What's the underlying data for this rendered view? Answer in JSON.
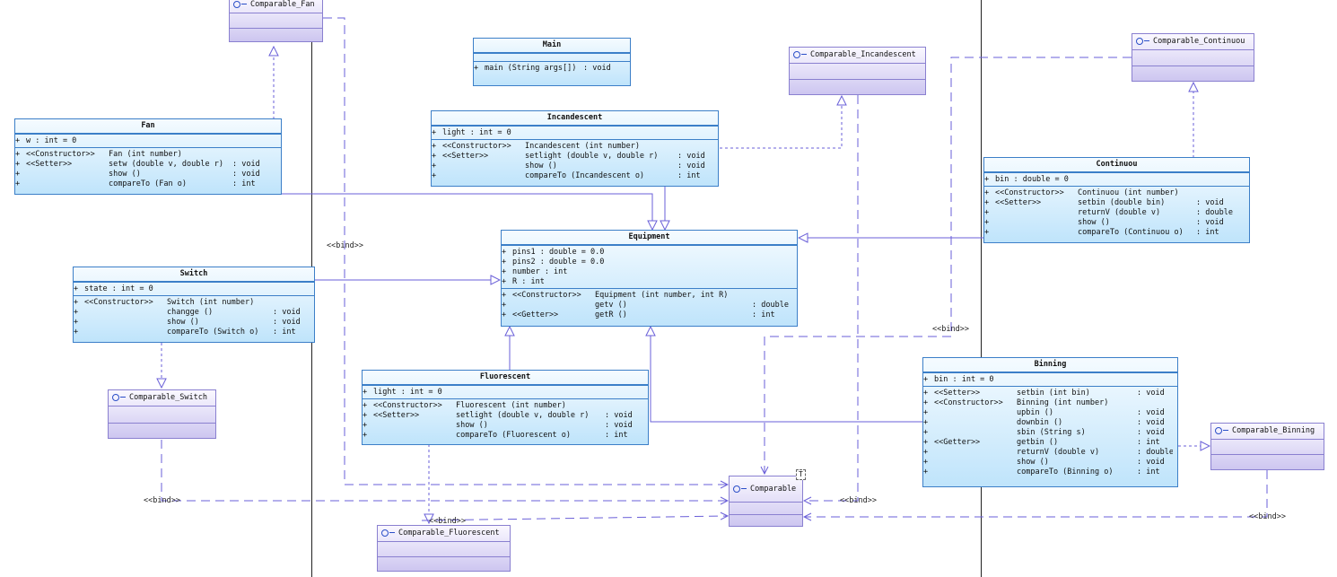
{
  "classes": {
    "fan": {
      "name": "Fan",
      "attrs": [
        [
          "+",
          "w  : int   = 0",
          "",
          ""
        ]
      ],
      "ops": [
        [
          "+",
          "<<Constructor>>",
          "Fan (int number)",
          ""
        ],
        [
          "+",
          "<<Setter>>",
          "setw (double v, double r)",
          ": void"
        ],
        [
          "+",
          "",
          "show ()",
          ": void"
        ],
        [
          "+",
          "",
          "compareTo (Fan o)",
          ": int"
        ]
      ]
    },
    "main": {
      "name": "Main",
      "attrs": [],
      "ops": [
        [
          "+",
          "main (String args[])",
          "",
          ": void"
        ]
      ]
    },
    "incandescent": {
      "name": "Incandescent",
      "attrs": [
        [
          "+",
          "light  : int   = 0",
          "",
          ""
        ]
      ],
      "ops": [
        [
          "+",
          "<<Constructor>>",
          "Incandescent (int number)",
          ""
        ],
        [
          "+",
          "<<Setter>>",
          "setlight (double v, double r)",
          ": void"
        ],
        [
          "+",
          "",
          "show ()",
          ": void"
        ],
        [
          "+",
          "",
          "compareTo (Incandescent o)",
          ": int"
        ]
      ]
    },
    "continuou": {
      "name": "Continuou",
      "attrs": [
        [
          "+",
          "bin  : double   = 0",
          "",
          ""
        ]
      ],
      "ops": [
        [
          "+",
          "<<Constructor>>",
          "Continuou (int number)",
          ""
        ],
        [
          "+",
          "<<Setter>>",
          "setbin (double bin)",
          ": void"
        ],
        [
          "+",
          "",
          "returnV (double v)",
          ": double"
        ],
        [
          "+",
          "",
          "show ()",
          ": void"
        ],
        [
          "+",
          "",
          "compareTo (Continuou o)",
          ": int"
        ]
      ]
    },
    "switch": {
      "name": "Switch",
      "attrs": [
        [
          "+",
          "state  : int   = 0",
          "",
          ""
        ]
      ],
      "ops": [
        [
          "+",
          "<<Constructor>>",
          "Switch (int number)",
          ""
        ],
        [
          "+",
          "",
          "changge ()",
          ": void"
        ],
        [
          "+",
          "",
          "show ()",
          ": void"
        ],
        [
          "+",
          "",
          "compareTo (Switch o)",
          ": int"
        ]
      ]
    },
    "equipment": {
      "name": "Equipment",
      "attrs": [
        [
          "+",
          "pins1    : double   = 0.0",
          "",
          ""
        ],
        [
          "+",
          "pins2    : double   = 0.0",
          "",
          ""
        ],
        [
          "+",
          "number   : int",
          "",
          ""
        ],
        [
          "+",
          "R        : int",
          "",
          ""
        ]
      ],
      "ops": [
        [
          "+",
          "<<Constructor>>",
          "Equipment (int number, int R)",
          ""
        ],
        [
          "+",
          "",
          "getv ()",
          ": double"
        ],
        [
          "+",
          "<<Getter>>",
          "getR ()",
          ": int"
        ]
      ]
    },
    "fluorescent": {
      "name": "Fluorescent",
      "attrs": [
        [
          "+",
          "light  : int   = 0",
          "",
          ""
        ]
      ],
      "ops": [
        [
          "+",
          "<<Constructor>>",
          "Fluorescent (int number)",
          ""
        ],
        [
          "+",
          "<<Setter>>",
          "setlight (double v, double r)",
          ": void"
        ],
        [
          "+",
          "",
          "show ()",
          ": void"
        ],
        [
          "+",
          "",
          "compareTo (Fluorescent o)",
          ": int"
        ]
      ]
    },
    "binning": {
      "name": "Binning",
      "attrs": [
        [
          "+",
          "bin  : int   = 0",
          "",
          ""
        ]
      ],
      "ops": [
        [
          "+",
          "<<Setter>>",
          "setbin (int bin)",
          ": void"
        ],
        [
          "+",
          "<<Constructor>>",
          "Binning (int number)",
          ""
        ],
        [
          "+",
          "",
          "upbin ()",
          ": void"
        ],
        [
          "+",
          "",
          "downbin ()",
          ": void"
        ],
        [
          "+",
          "",
          "sbin (String s)",
          ": void"
        ],
        [
          "+",
          "<<Getter>>",
          "getbin ()",
          ": int"
        ],
        [
          "+",
          "",
          "returnV (double v)",
          ": double"
        ],
        [
          "+",
          "",
          "show ()",
          ": void"
        ],
        [
          "+",
          "",
          "compareTo (Binning o)",
          ": int"
        ]
      ]
    }
  },
  "interfaces": {
    "fan": "Comparable_Fan",
    "incandescent": "Comparable_Incandescent",
    "continuou": "Comparable_Continuou",
    "switch": "Comparable_Switch",
    "fluorescent": "Comparable_Fluorescent",
    "binning": "Comparable_Binning",
    "comparable": "Comparable",
    "comparable_tparam": "T"
  },
  "bind_label": "<<bind>>",
  "colors": {
    "class_border": "#3c7fc8",
    "interface_border": "#8a80d0",
    "connector": "#6a5fd8"
  }
}
